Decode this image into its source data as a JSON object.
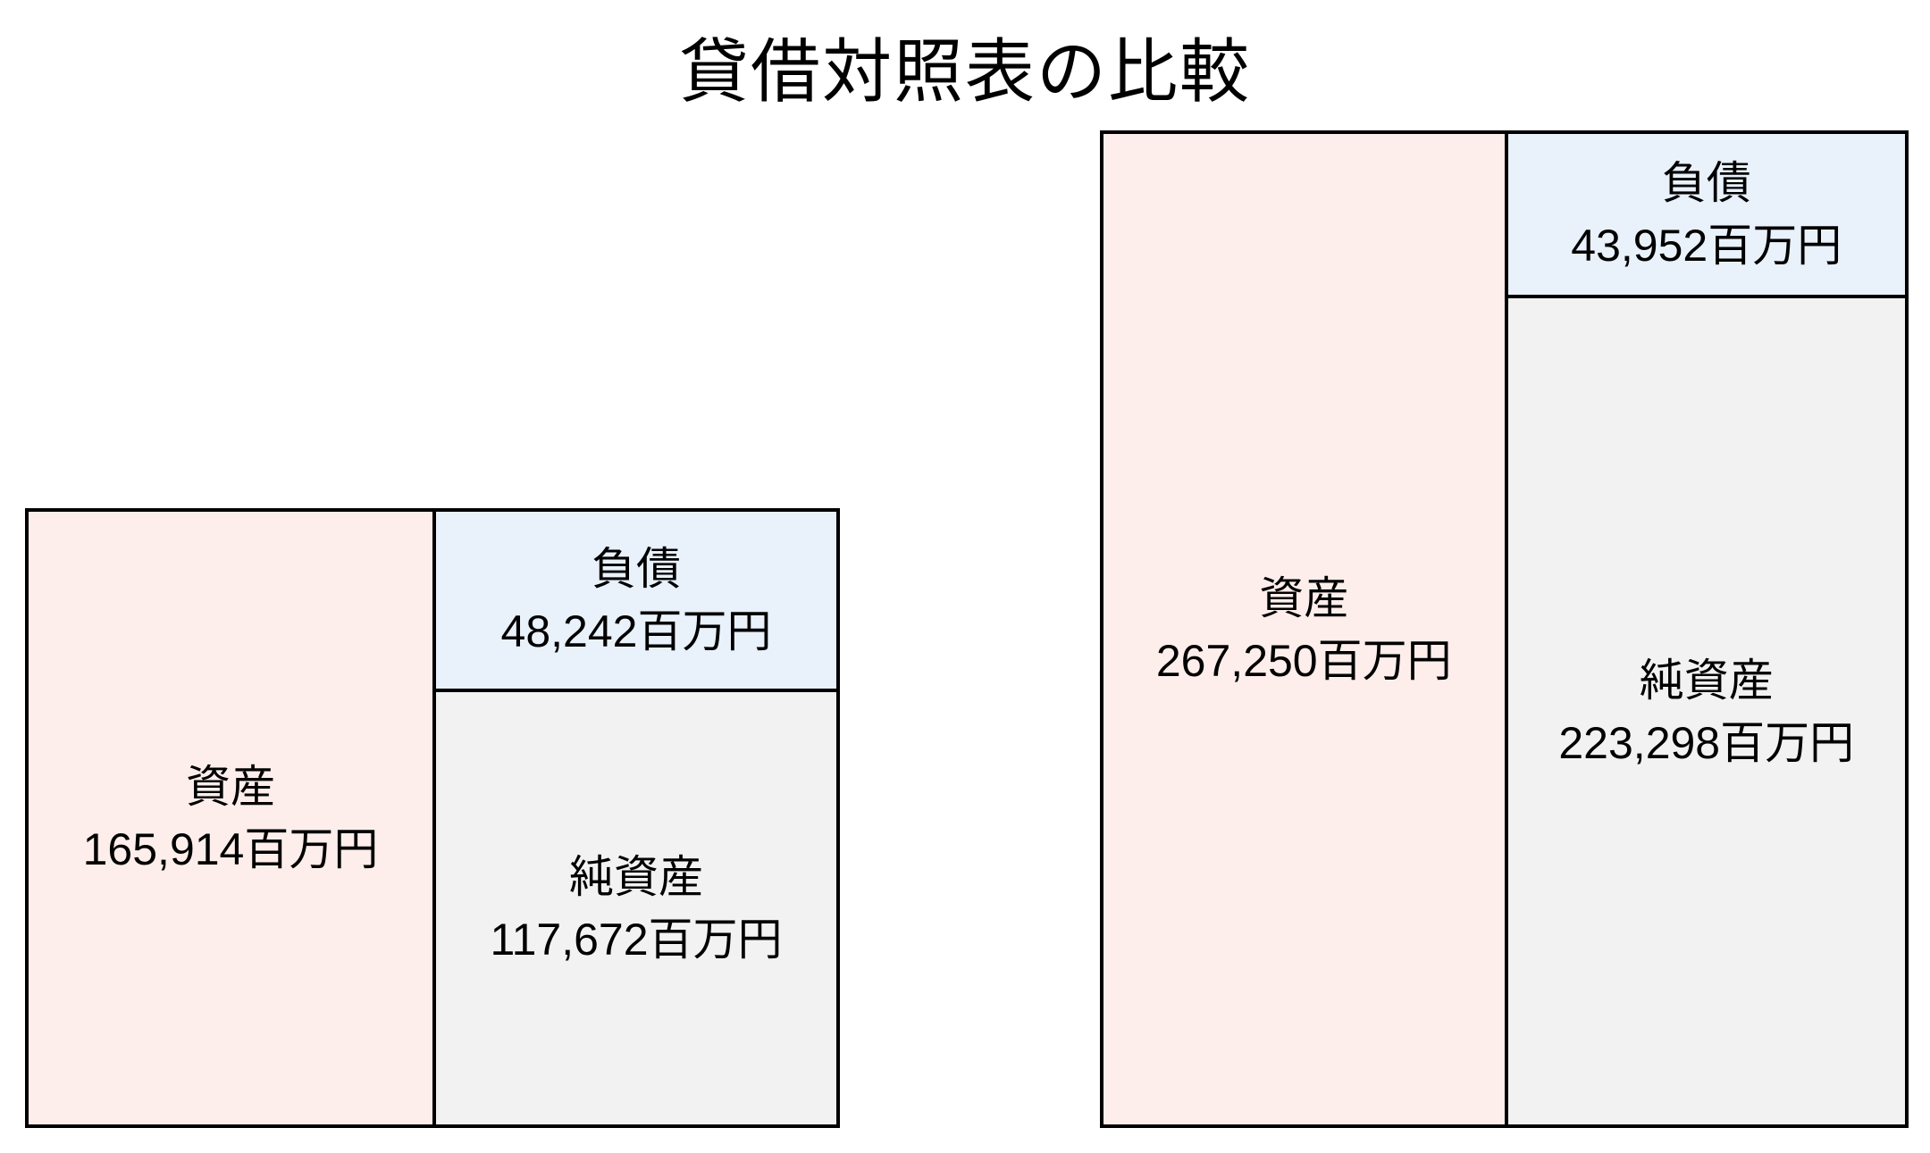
{
  "title": "貸借対照表の比較",
  "chart_data": {
    "type": "bar",
    "subtype": "balance-sheet-comparison",
    "title": "貸借対照表の比較",
    "unit": "百万円",
    "legend": "none",
    "axes": "none",
    "layout_hint": "two bottom-aligned balance-sheet boxes; left column = assets, right column = liabilities stacked above net assets; box heights proportional to values",
    "sheets": [
      {
        "assets": {
          "label": "資産",
          "value": 165914,
          "display": "165,914百万円"
        },
        "liabilities": {
          "label": "負債",
          "value": 48242,
          "display": "48,242百万円"
        },
        "net_assets": {
          "label": "純資産",
          "value": 117672,
          "display": "117,672百万円"
        }
      },
      {
        "assets": {
          "label": "資産",
          "value": 267250,
          "display": "267,250百万円"
        },
        "liabilities": {
          "label": "負債",
          "value": 43952,
          "display": "43,952百万円"
        },
        "net_assets": {
          "label": "純資産",
          "value": 223298,
          "display": "223,298百万円"
        }
      }
    ],
    "colors": {
      "assets": "#fdeeeb",
      "liabilities": "#e9f1fb",
      "net_assets": "#f2f2f2",
      "border": "#000000",
      "text": "#000000",
      "background": "#ffffff"
    }
  }
}
